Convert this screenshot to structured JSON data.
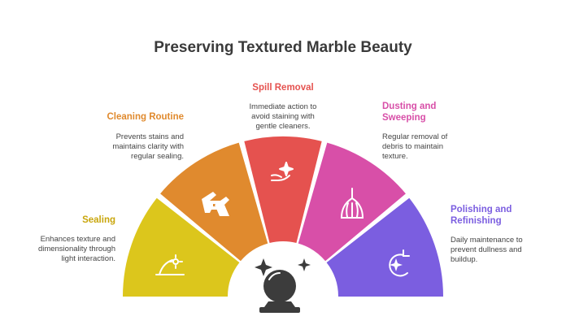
{
  "title": "Preserving Textured Marble Beauty",
  "colors": {
    "sealing": "#dcc61c",
    "cleaning": "#e08a2e",
    "spill": "#e5524f",
    "dusting": "#d84fa8",
    "polishing": "#7b5ee0",
    "text_dark": "#3a3a3a"
  },
  "items": [
    {
      "key": "sealing",
      "title": "Sealing",
      "desc": [
        "Enhances texture and",
        "dimensionality through",
        "light interaction."
      ],
      "icon": "sparkle-arc-icon"
    },
    {
      "key": "cleaning",
      "title": "Cleaning Routine",
      "desc": [
        "Prevents stains and",
        "maintains clarity with",
        "regular sealing."
      ],
      "icon": "hands-wash-icon"
    },
    {
      "key": "spill",
      "title": "Spill Removal",
      "desc": [
        "Immediate action to",
        "avoid staining with",
        "gentle cleaners."
      ],
      "icon": "hand-sparkle-icon"
    },
    {
      "key": "dusting",
      "title": [
        "Dusting and",
        "Sweeping"
      ],
      "desc": [
        "Regular removal of",
        "debris to maintain",
        "texture."
      ],
      "icon": "broom-icon"
    },
    {
      "key": "polishing",
      "title": [
        "Polishing and",
        "Refinishing"
      ],
      "desc": [
        "Daily maintenance to",
        "prevent dullness and",
        "buildup."
      ],
      "icon": "refresh-sparkle-icon"
    }
  ],
  "center_icon": "crystal-ball-icon"
}
